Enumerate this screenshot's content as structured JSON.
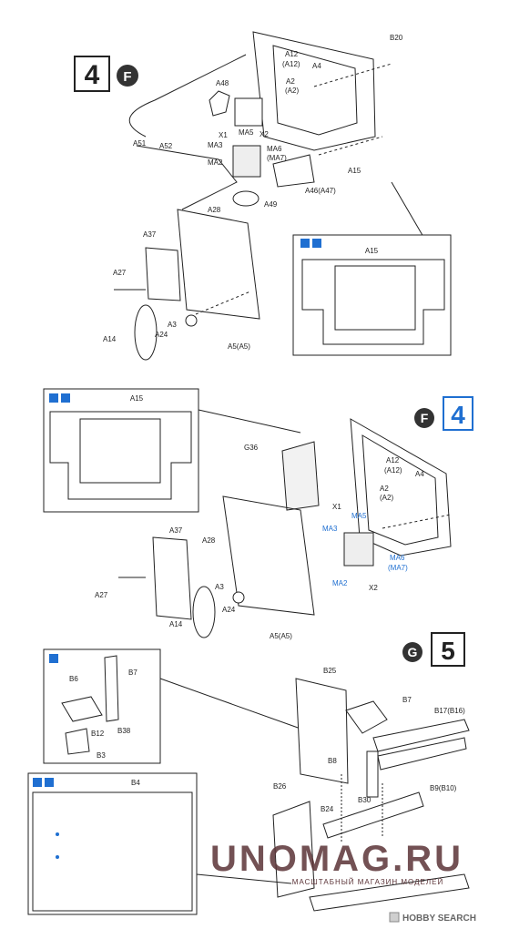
{
  "steps": {
    "s4a": {
      "number": "4",
      "sub": "F"
    },
    "s4b": {
      "number": "4",
      "sub": "F"
    },
    "s5": {
      "number": "5",
      "sub": "G"
    }
  },
  "labels": {
    "B20": "B20",
    "A12": "A12",
    "A12p": "(A12)",
    "A4": "A4",
    "A2": "A2",
    "A2p": "(A2)",
    "A48": "A48",
    "A51": "A51",
    "A52": "A52",
    "X1": "X1",
    "MA5": "MA5",
    "X2": "X2",
    "MA3": "MA3",
    "MA2": "MA2",
    "MA6": "MA6",
    "MA7p": "(MA7)",
    "A15": "A15",
    "A46": "A46(A47)",
    "A49": "A49",
    "A28": "A28",
    "A37": "A37",
    "A27": "A27",
    "A3": "A3",
    "A24": "A24",
    "A14": "A14",
    "A5": "A5(A5)",
    "G36": "G36",
    "B25": "B25",
    "B7": "B7",
    "B17": "B17(B16)",
    "B6": "B6",
    "B12": "B12",
    "B38": "B38",
    "B3": "B3",
    "B8": "B8",
    "B30": "B30",
    "B24": "B24",
    "B9": "B9(B10)",
    "B4": "B4",
    "B26": "B26"
  },
  "watermark": {
    "title": "UNOMAG.RU",
    "subtitle": "МАСШТАБНЫЙ МАГАЗИН МОДЕЛЕЙ"
  },
  "footer": {
    "brand": "HOBBY SEARCH"
  },
  "colors": {
    "line": "#222222",
    "blue": "#1f6fd1",
    "watermark": "#5a3236",
    "gray": "#cfcfcf"
  }
}
